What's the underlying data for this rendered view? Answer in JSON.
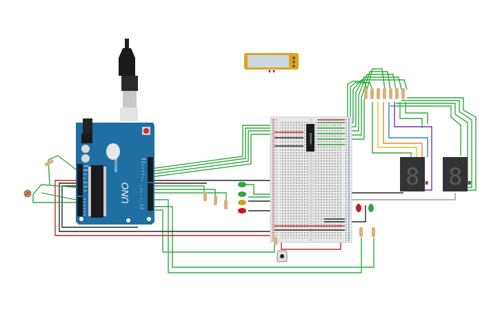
{
  "board": {
    "label": "UNO",
    "brand": "ARDUINO",
    "color": "#1f6fa3",
    "analog_pins": [
      "A0",
      "A1",
      "A2",
      "A3",
      "A4",
      "A5"
    ],
    "power_pins": [
      "IOREF",
      "RESET",
      "3V3",
      "5V",
      "GND",
      "GND",
      "VIN"
    ],
    "digital_header_top": [
      "AREF",
      "GND",
      "13",
      "12",
      "~11",
      "~10",
      "~9",
      "8"
    ],
    "digital_header_bottom": [
      "7",
      "~6",
      "~5",
      "4",
      "~3",
      "2",
      "TX 1",
      "RX 0"
    ]
  },
  "ic": {
    "label": "74HC595"
  },
  "displays": [
    {
      "glyph": "8."
    },
    {
      "glyph": "8."
    }
  ],
  "colors": {
    "wire_green": "#2fa83c",
    "wire_red": "#d11f1f",
    "wire_black": "#222222",
    "wire_gray": "#9a9a9a",
    "wire_purple": "#7a2fb8",
    "wire_yellow": "#e6c21a",
    "wire_orange": "#e8891f",
    "wire_blue": "#2a7bd1",
    "lcd_frame": "#e0a227",
    "lcd_screen": "#c9d9df",
    "seg_body": "#333333",
    "led_red": "#c21b1b",
    "led_green": "#2fa83c",
    "led_yellow": "#c9a21a"
  },
  "icons": {
    "usb_cable": "usb-cable-icon",
    "lcd": "lcd-display-icon",
    "breadboard": "breadboard-icon",
    "photoresistor": "photoresistor-icon",
    "pushbutton": "pushbutton-icon"
  }
}
